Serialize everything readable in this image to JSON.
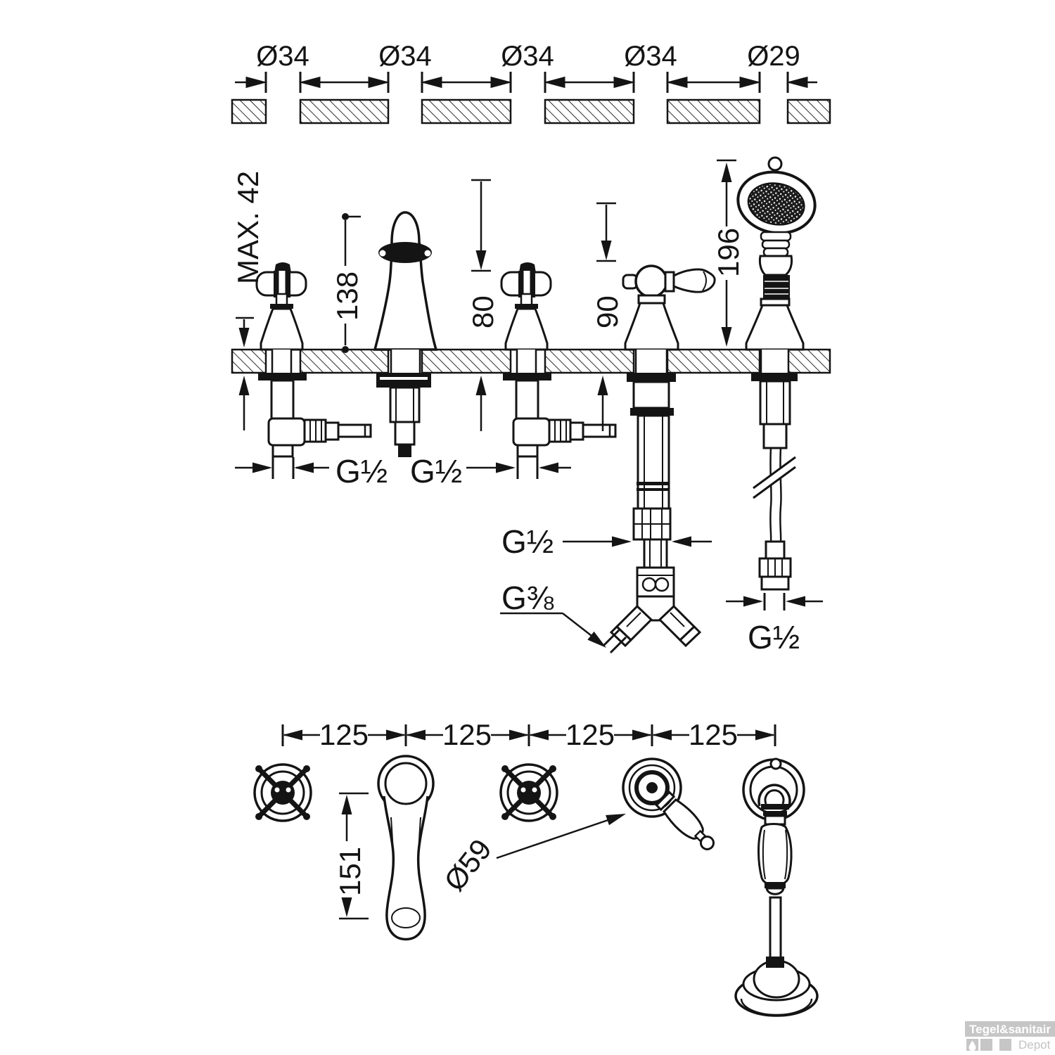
{
  "drawing": {
    "deck_holes": {
      "labels": [
        "Ø34",
        "Ø34",
        "Ø34",
        "Ø34",
        "Ø29"
      ]
    },
    "side_view": {
      "max_deck_thickness": "MAX. 42",
      "spout_height": "138",
      "handle_height": "80",
      "diverter_height": "90",
      "handshower_height": "196",
      "inlet_thread_left": "G½",
      "inlet_thread_right": "G½",
      "diverter_thread": "G½",
      "diverter_outlet_thread": "G⅜",
      "hose_thread": "G½"
    },
    "top_view": {
      "hole_spacings": [
        "125",
        "125",
        "125",
        "125"
      ],
      "spout_length": "151",
      "escutcheon_diameter": "Ø59"
    }
  },
  "watermark": {
    "brand": "Tegel&sanitair",
    "sub_brand": "Depot"
  }
}
